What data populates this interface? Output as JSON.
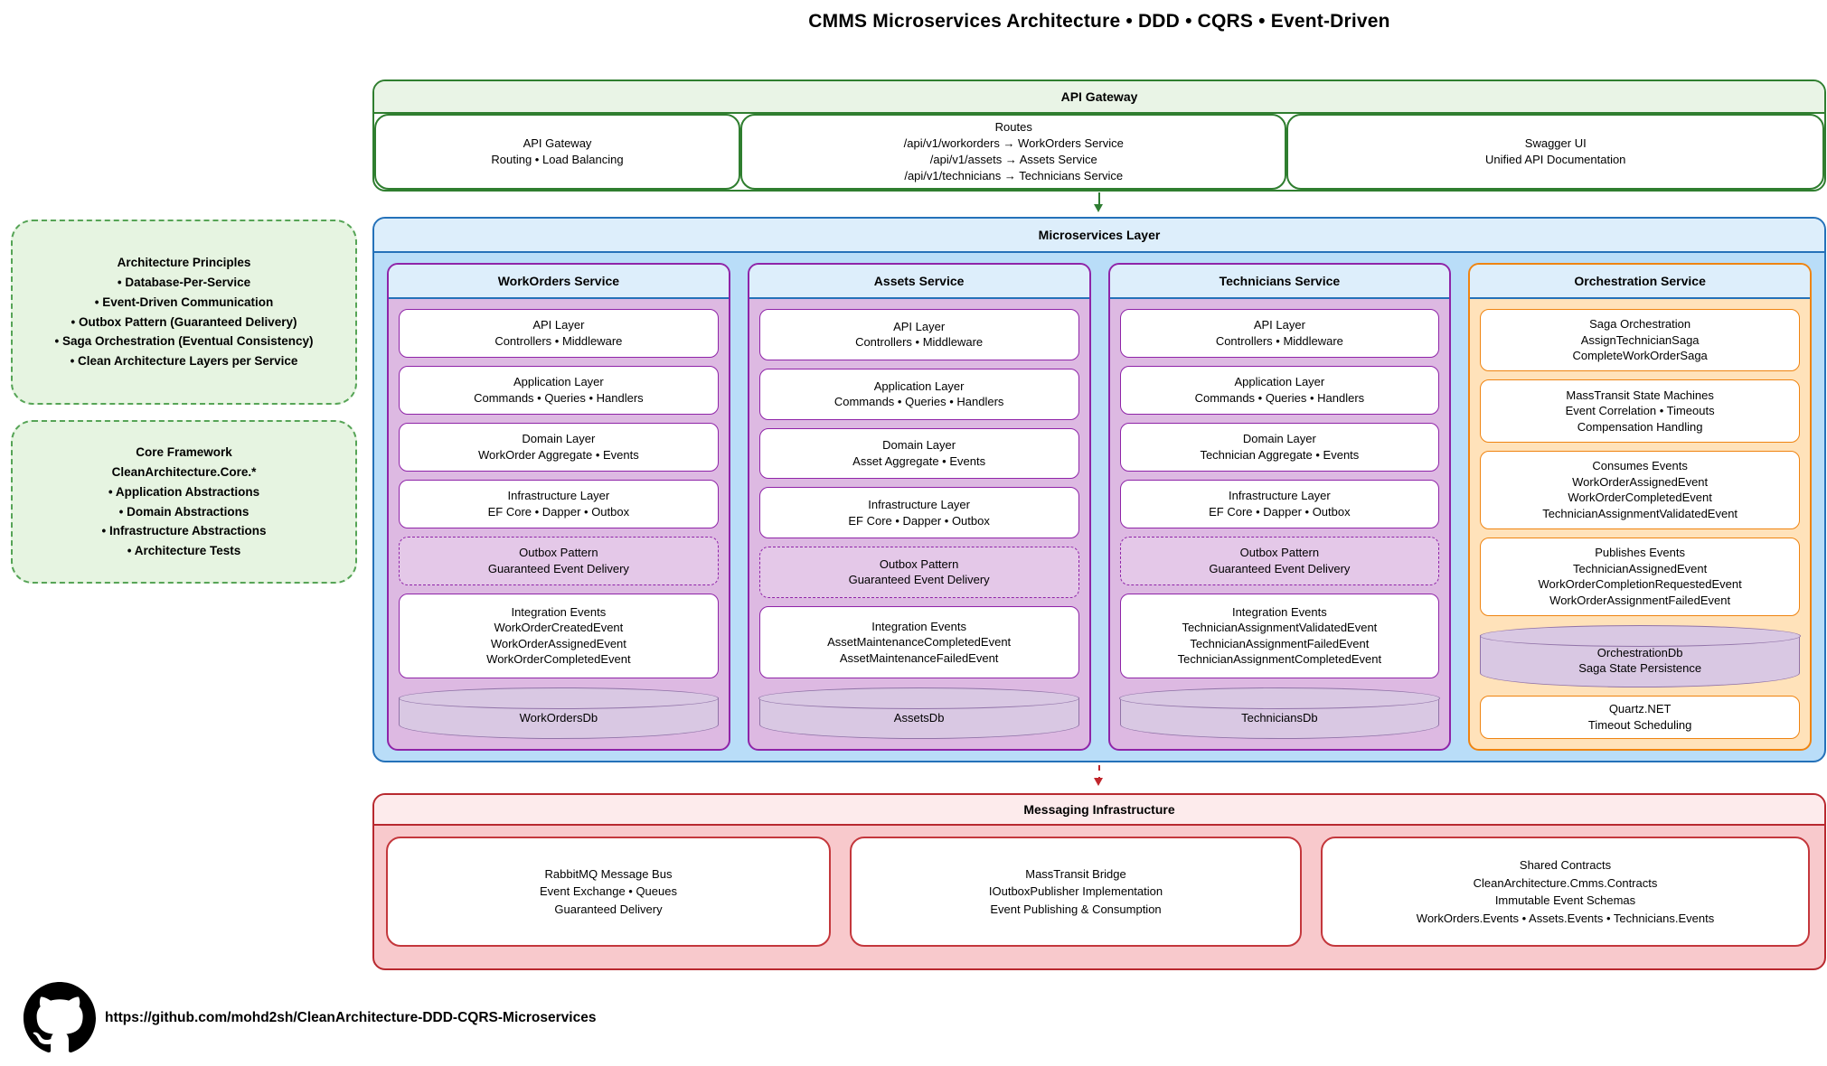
{
  "title": "CMMS Microservices Architecture • DDD • CQRS • Event-Driven",
  "api_gateway": {
    "header": "API Gateway",
    "boxes": [
      {
        "lines": [
          "API Gateway",
          "Routing • Load Balancing"
        ]
      },
      {
        "lines": [
          "Routes",
          "/api/v1/workorders → WorkOrders Service",
          "/api/v1/assets → Assets Service",
          "/api/v1/technicians → Technicians Service"
        ]
      },
      {
        "lines": [
          "Swagger UI",
          "Unified API Documentation"
        ]
      }
    ]
  },
  "side_notes": [
    {
      "lines": [
        "Architecture Principles",
        "• Database-Per-Service",
        "• Event-Driven Communication",
        "• Outbox Pattern (Guaranteed Delivery)",
        "• Saga Orchestration (Eventual Consistency)",
        "• Clean Architecture Layers per Service"
      ]
    },
    {
      "lines": [
        "Core Framework",
        "CleanArchitecture.Core.*",
        "• Application Abstractions",
        "• Domain Abstractions",
        "• Infrastructure Abstractions",
        "• Architecture Tests"
      ]
    }
  ],
  "microservices": {
    "header": "Microservices Layer",
    "services": [
      {
        "name": "WorkOrders Service",
        "theme": "purple",
        "boxes": [
          {
            "type": "solid",
            "lines": [
              "API Layer",
              "Controllers • Middleware"
            ]
          },
          {
            "type": "solid",
            "lines": [
              "Application Layer",
              "Commands • Queries • Handlers"
            ]
          },
          {
            "type": "solid",
            "lines": [
              "Domain Layer",
              "WorkOrder Aggregate • Events"
            ]
          },
          {
            "type": "solid",
            "lines": [
              "Infrastructure Layer",
              "EF Core • Dapper • Outbox"
            ]
          },
          {
            "type": "dashed",
            "lines": [
              "Outbox Pattern",
              "Guaranteed Event Delivery"
            ]
          },
          {
            "type": "solid",
            "lines": [
              "Integration Events",
              "WorkOrderCreatedEvent",
              "WorkOrderAssignedEvent",
              "WorkOrderCompletedEvent"
            ]
          },
          {
            "type": "cylinder",
            "lines": [
              "WorkOrdersDb"
            ]
          }
        ]
      },
      {
        "name": "Assets Service",
        "theme": "purple",
        "boxes": [
          {
            "type": "solid",
            "lines": [
              "API Layer",
              "Controllers • Middleware"
            ]
          },
          {
            "type": "solid",
            "lines": [
              "Application Layer",
              "Commands • Queries • Handlers"
            ]
          },
          {
            "type": "solid",
            "lines": [
              "Domain Layer",
              "Asset Aggregate • Events"
            ]
          },
          {
            "type": "solid",
            "lines": [
              "Infrastructure Layer",
              "EF Core • Dapper • Outbox"
            ]
          },
          {
            "type": "dashed",
            "lines": [
              "Outbox Pattern",
              "Guaranteed Event Delivery"
            ]
          },
          {
            "type": "solid",
            "lines": [
              "Integration Events",
              "AssetMaintenanceCompletedEvent",
              "AssetMaintenanceFailedEvent"
            ]
          },
          {
            "type": "cylinder",
            "lines": [
              "AssetsDb"
            ]
          }
        ]
      },
      {
        "name": "Technicians Service",
        "theme": "purple",
        "boxes": [
          {
            "type": "solid",
            "lines": [
              "API Layer",
              "Controllers • Middleware"
            ]
          },
          {
            "type": "solid",
            "lines": [
              "Application Layer",
              "Commands • Queries • Handlers"
            ]
          },
          {
            "type": "solid",
            "lines": [
              "Domain Layer",
              "Technician Aggregate • Events"
            ]
          },
          {
            "type": "solid",
            "lines": [
              "Infrastructure Layer",
              "EF Core • Dapper • Outbox"
            ]
          },
          {
            "type": "dashed",
            "lines": [
              "Outbox Pattern",
              "Guaranteed Event Delivery"
            ]
          },
          {
            "type": "solid",
            "lines": [
              "Integration Events",
              "TechnicianAssignmentValidatedEvent",
              "TechnicianAssignmentFailedEvent",
              "TechnicianAssignmentCompletedEvent"
            ]
          },
          {
            "type": "cylinder",
            "lines": [
              "TechniciansDb"
            ]
          }
        ]
      },
      {
        "name": "Orchestration Service",
        "theme": "orange",
        "boxes": [
          {
            "type": "solid",
            "lines": [
              "Saga Orchestration",
              "AssignTechnicianSaga",
              "CompleteWorkOrderSaga"
            ]
          },
          {
            "type": "solid",
            "lines": [
              "MassTransit State Machines",
              "Event Correlation • Timeouts",
              "Compensation Handling"
            ]
          },
          {
            "type": "solid",
            "lines": [
              "Consumes Events",
              "WorkOrderAssignedEvent",
              "WorkOrderCompletedEvent",
              "TechnicianAssignmentValidatedEvent"
            ]
          },
          {
            "type": "solid",
            "lines": [
              "Publishes Events",
              "TechnicianAssignedEvent",
              "WorkOrderCompletionRequestedEvent",
              "WorkOrderAssignmentFailedEvent"
            ]
          },
          {
            "type": "cylinder",
            "lines": [
              "OrchestrationDb",
              "Saga State Persistence"
            ]
          },
          {
            "type": "solid",
            "lines": [
              "Quartz.NET",
              "Timeout Scheduling"
            ]
          }
        ]
      }
    ]
  },
  "messaging": {
    "header": "Messaging Infrastructure",
    "boxes": [
      {
        "lines": [
          "RabbitMQ Message Bus",
          "Event Exchange • Queues",
          "Guaranteed Delivery"
        ]
      },
      {
        "lines": [
          "MassTransit Bridge",
          "IOutboxPublisher Implementation",
          "Event Publishing & Consumption"
        ]
      },
      {
        "lines": [
          "Shared Contracts",
          "CleanArchitecture.Cmms.Contracts",
          "Immutable Event Schemas",
          "WorkOrders.Events • Assets.Events • Technicians.Events"
        ]
      }
    ]
  },
  "footer": {
    "repo_url": "https://github.com/mohd2sh/CleanArchitecture-DDD-CQRS-Microservices"
  },
  "colors": {
    "green_border": "#2f7e2f",
    "green_header": "#e9f4e6",
    "note_border": "#56a456",
    "note_fill": "#e6f4e1",
    "blue_border": "#2471b9",
    "blue_header": "#ddeefb",
    "blue_body": "#b9ddf8",
    "purple_border": "#8f24a8",
    "purple_header": "#f3e3f5",
    "purple_body": "#ddb9e2",
    "cylinder_fill": "#d9c8e3",
    "cylinder_border": "#9173a8",
    "orange_border": "#ef8411",
    "orange_header": "#ffeacf",
    "orange_body": "#ffe2ba",
    "red_border": "#b8292f",
    "red_header": "#fdebec",
    "red_body": "#f8c9cc",
    "red_box_border": "#c4373c",
    "arrow_green": "#2e7d32",
    "arrow_red": "#c0262c"
  }
}
